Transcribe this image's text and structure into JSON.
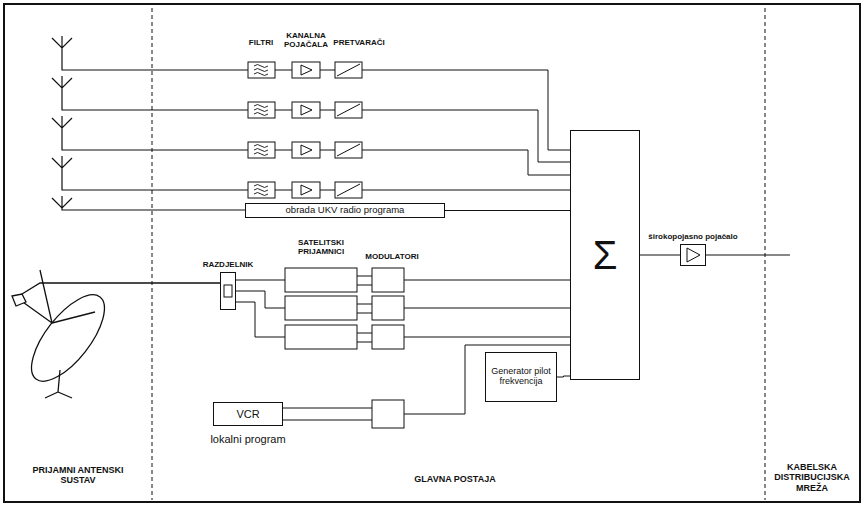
{
  "diagram": {
    "nodes": [
      {
        "text": [
          "obrada UKV radio programa"
        ]
      },
      {
        "text": [
          "RAZDJELNIK"
        ]
      },
      {
        "text": [
          "VCR"
        ]
      },
      {
        "text": [
          "Generator pilot frekvencija"
        ]
      },
      {
        "text": [
          "Σ"
        ]
      },
      {
        "text": [
          "širokopojasno pojačalo"
        ]
      }
    ],
    "edges": [
      {
        "from": 0,
        "to": 4,
        "arrow": "none"
      },
      {
        "from": 3,
        "to": 4,
        "arrow": "none"
      },
      {
        "from": 4,
        "to": 5,
        "arrow": "none"
      }
    ],
    "labels": [
      "FILTRI",
      "KANALNA POJAČALA",
      "PRETVARAČI",
      "SATELITSKI PRIJAMNICI",
      "MODULATORI",
      "lokalni program",
      "PRIJAMNI ANTENSKI SUSTAV",
      "GLAVNA POSTAJA",
      "KABELSKA DISTRIBUCIJSKA MREŽA"
    ]
  }
}
